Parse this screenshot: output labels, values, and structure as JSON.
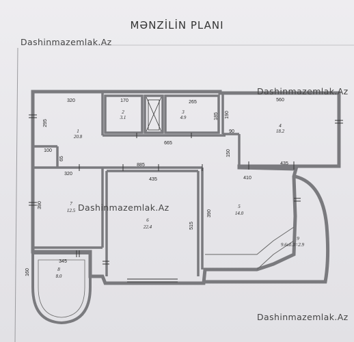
{
  "title": "MƏNZİLİN PLANI",
  "watermarks": [
    "Dashinmazemlak.Az",
    "Dashinmazemlak.Az",
    "Dashinmazemlak.Az",
    "Dashinmazemlak.Az"
  ],
  "rooms": [
    {
      "num": "1",
      "area": "20.8"
    },
    {
      "num": "2",
      "area": "3.1"
    },
    {
      "num": "3",
      "area": "4.9"
    },
    {
      "num": "4",
      "area": "18.2"
    },
    {
      "num": "5",
      "area": "14.0"
    },
    {
      "num": "6",
      "area": "22.4"
    },
    {
      "num": "7",
      "area": "12.5"
    },
    {
      "num": "8",
      "area": "8.0"
    },
    {
      "num": "9",
      "area": "9.6x0.3=2.9"
    }
  ],
  "dimensions": {
    "d320a": "320",
    "d170": "170",
    "d265": "265",
    "d560": "560",
    "d295": "295",
    "d185": "185",
    "d190": "190",
    "d90": "90",
    "d665": "665",
    "d100": "100",
    "d65": "65",
    "d150": "150",
    "d885": "885",
    "d320b": "320",
    "d435a": "435",
    "d435b": "435",
    "d410": "410",
    "d390a": "390",
    "d390b": "390",
    "d515": "515",
    "d345": "345",
    "d160": "160"
  },
  "colors": {
    "wall": "#7a7a7e",
    "line": "#333333",
    "paper": "#eceaee"
  }
}
